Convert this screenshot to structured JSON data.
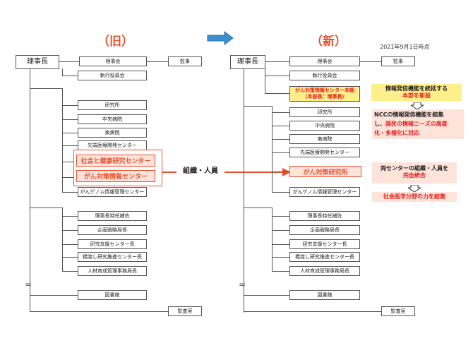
{
  "headings": {
    "old": "（旧）",
    "new": "（新）"
  },
  "date": "2021年9月1日時点",
  "arrow_label": "組織・人員",
  "old": {
    "root": "理事長",
    "board": "理事会",
    "auditor": "監事",
    "exec": "執行役員会",
    "research_inst": "研究所",
    "central": "中央病院",
    "east": "東病院",
    "epoc": "先端医療開発センター",
    "ph": "社会と健康研究センター",
    "cic": "がん対策情報センター",
    "c_cat": "がんゲノム情報管理センター",
    "assistant": "理事長特任補佐",
    "strategy": "企画戦略局長",
    "rsc": "研究支援センター長",
    "bridge": "橋渡し研究推進センター長",
    "hr": "人材育成管理事務局長",
    "library": "図書館",
    "audit_office": "監査室"
  },
  "new": {
    "root": "理事長",
    "board": "理事会",
    "auditor": "監事",
    "exec": "執行役員会",
    "hq": "がん対策情報センター本部",
    "hq_sub": "（本部長：理事長）",
    "research_inst": "研究所",
    "central": "中央病院",
    "east": "東病院",
    "epoc": "先端医療開発センター",
    "ccr": "がん対策研究所",
    "c_cat": "がんゲノム情報管理センター",
    "assistant": "理事長特任補佐",
    "strategy": "企画戦略局長",
    "rsc": "研究支援センター長",
    "bridge": "橋渡し研究推進センター長",
    "hr": "人材育成管理事務局長",
    "library": "図書館",
    "audit_office": "監査室"
  },
  "notes": {
    "hq_line1": "情報発信機能を統括する",
    "hq_line2": "本部を新設",
    "ncc_line1": "NCCの情報発信機能を結集",
    "ncc_line2a": "し、",
    "ncc_line2b": "国民の情報ニーズの高度",
    "ncc_line3": "化・多様化に対応",
    "merge_line1": "両センターの組織・人員を",
    "merge_line2": "完全統合",
    "merge_result": "社会医学分野の力を結集"
  },
  "colors": {
    "accent": "#e8502d",
    "arrow_blue": "#3b8fd0",
    "yellow": "#ffef8a",
    "pink": "#fde3da"
  }
}
